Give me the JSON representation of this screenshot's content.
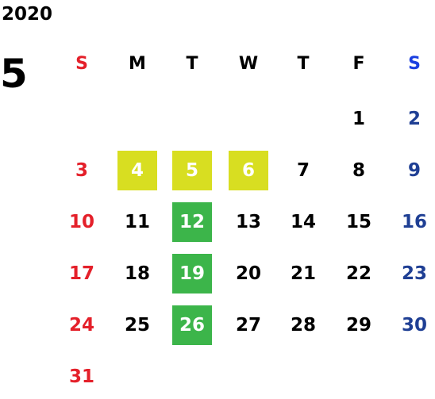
{
  "year": "2020",
  "month": "5",
  "colors": {
    "sunday": "#e4202a",
    "saturday": "#1f3f94",
    "saturday_header": "#1a3fe0",
    "weekday": "#000000",
    "highlight_yellow": "#d8de21",
    "highlight_green": "#3cb54a",
    "highlight_text": "#ffffff"
  },
  "weekdays": [
    "S",
    "M",
    "T",
    "W",
    "T",
    "F",
    "S"
  ],
  "first_weekday": 5,
  "days_in_month": 31,
  "highlights": [
    {
      "day": "4",
      "color": "yellow"
    },
    {
      "day": "5",
      "color": "yellow"
    },
    {
      "day": "6",
      "color": "yellow"
    },
    {
      "day": "12",
      "color": "green"
    },
    {
      "day": "19",
      "color": "green"
    },
    {
      "day": "26",
      "color": "green"
    }
  ]
}
